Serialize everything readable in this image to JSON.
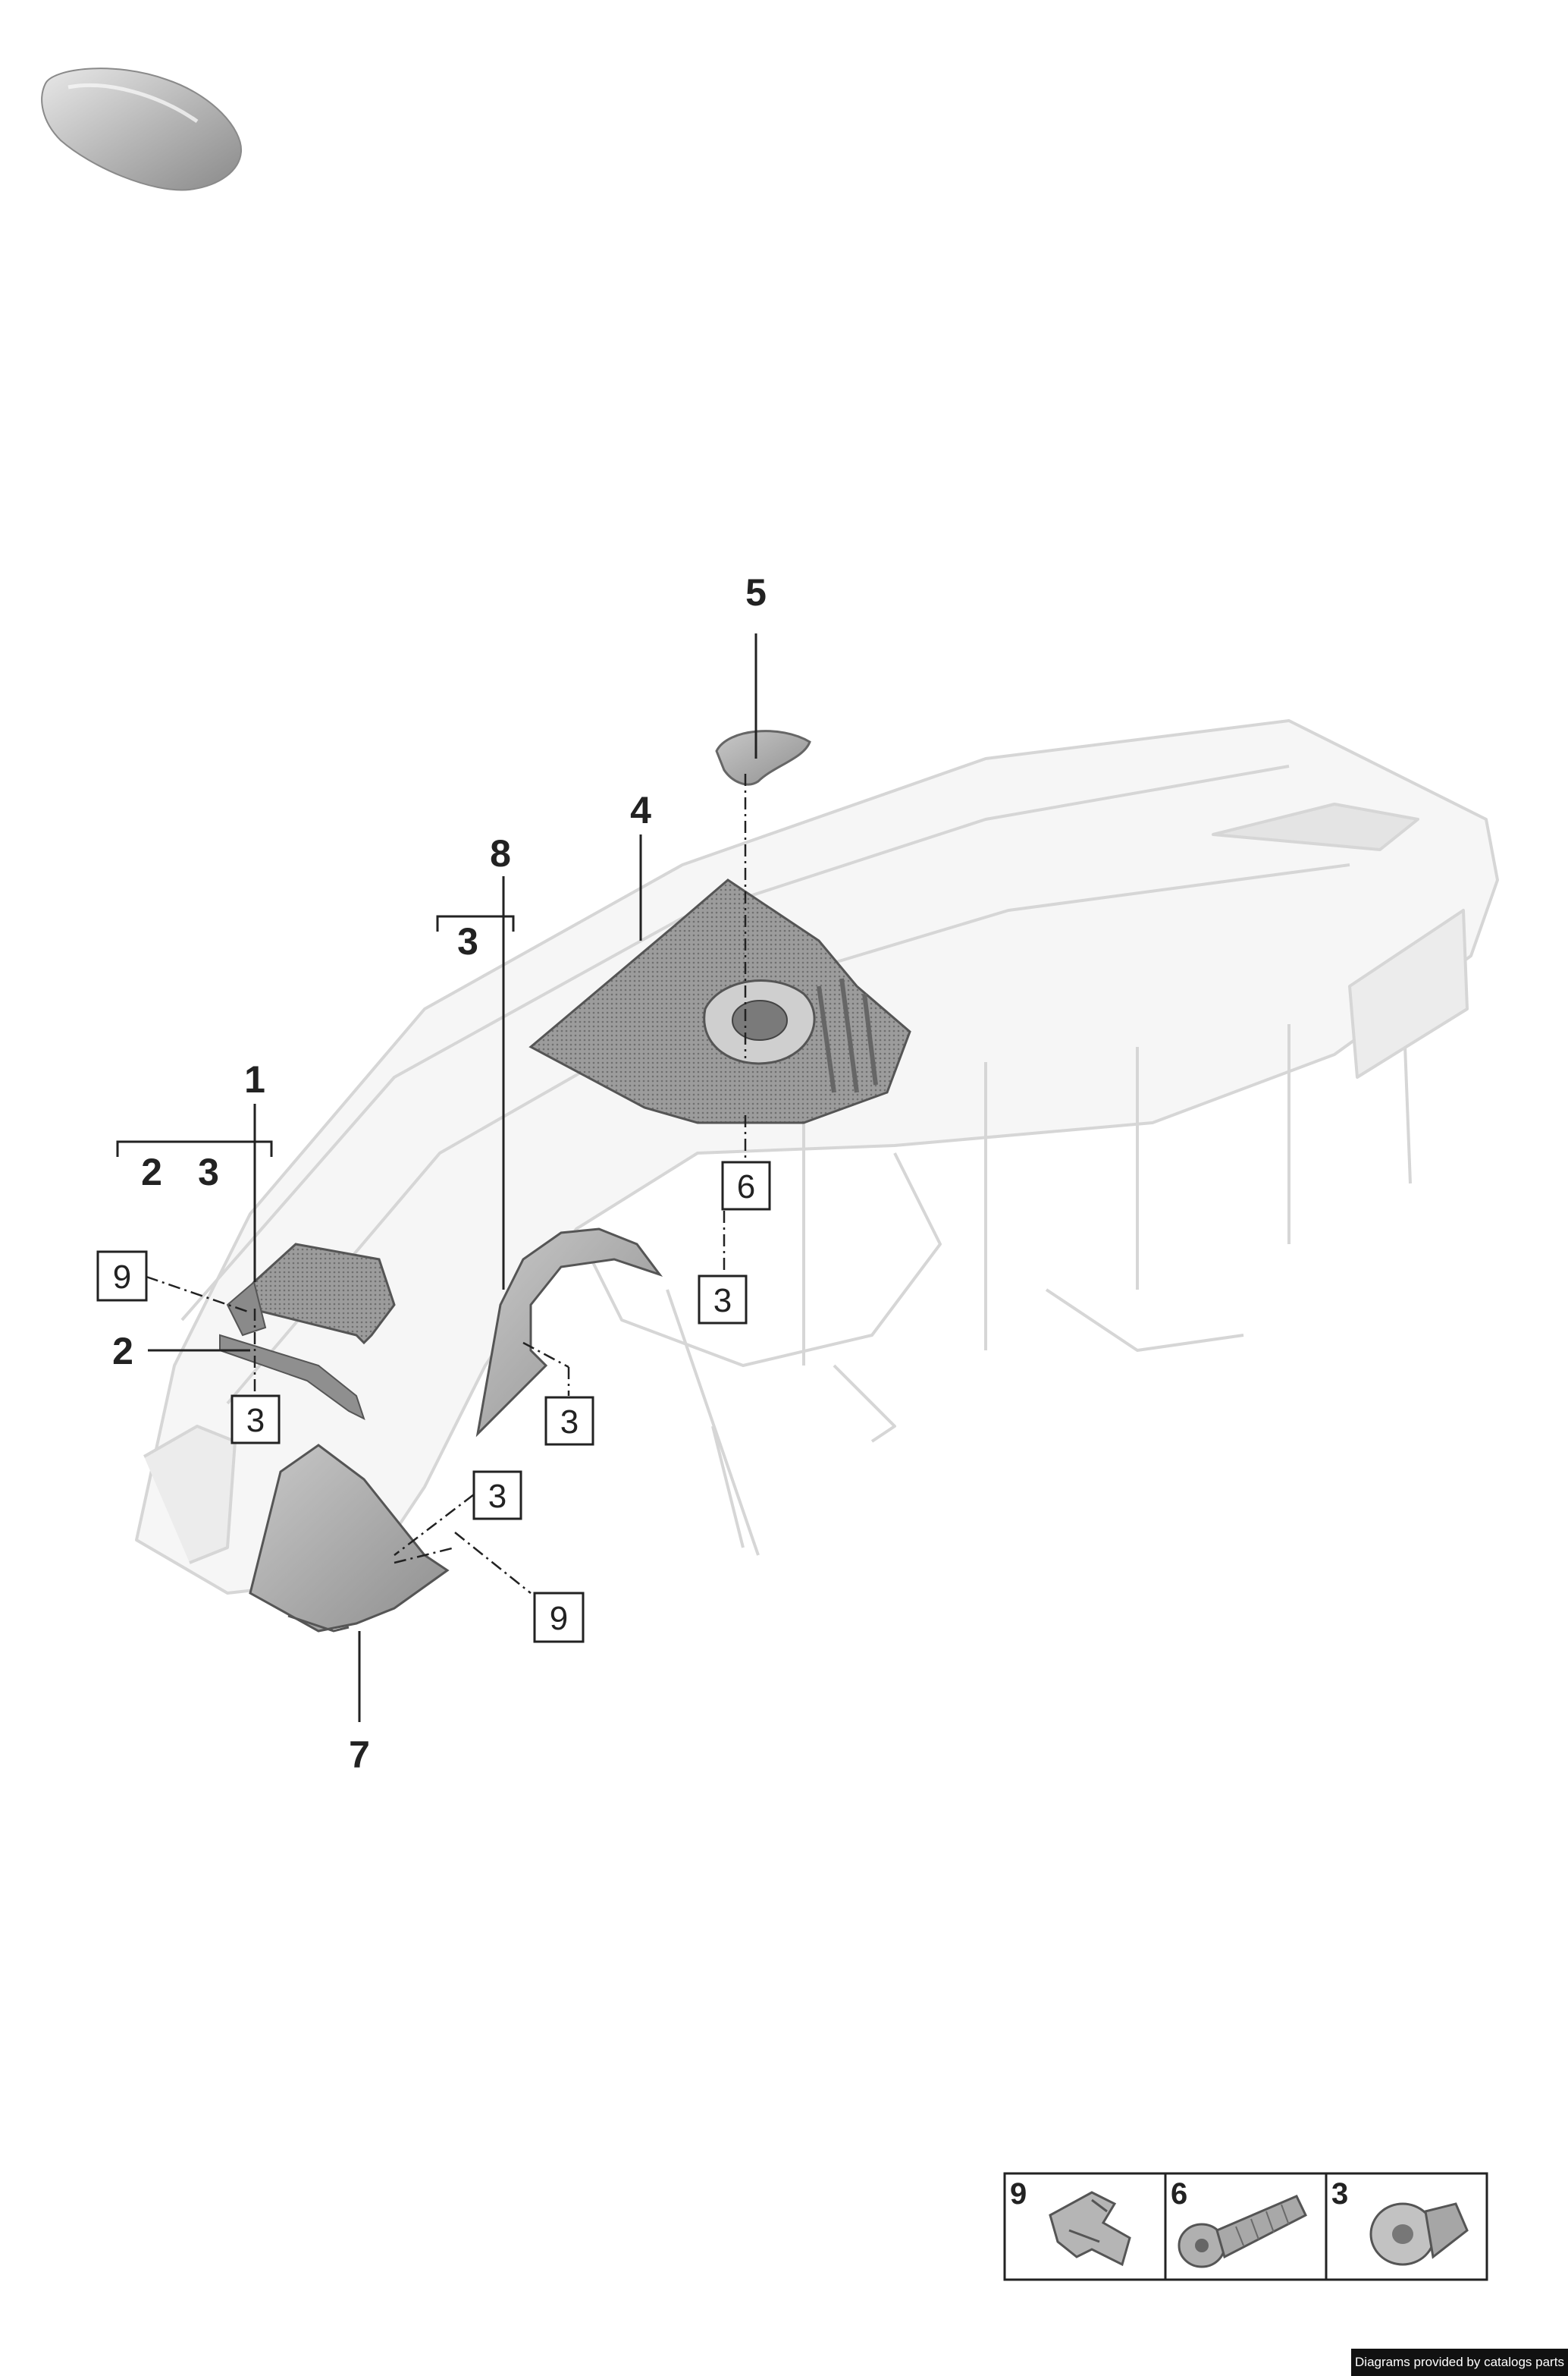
{
  "callouts": {
    "c1": "1",
    "c2_left": "2",
    "c2_group": "2",
    "c3_group_left": "3",
    "c3_group_mid": "3",
    "c4": "4",
    "c5": "5",
    "c7": "7",
    "c8": "8"
  },
  "boxed_labels": {
    "b9_left": "9",
    "b3_left": "3",
    "b6": "6",
    "b3_center": "3",
    "b3_right": "3",
    "b3_lower": "3",
    "b9_lower": "9"
  },
  "legend": {
    "items": [
      {
        "number": "9",
        "part": "clip-icon"
      },
      {
        "number": "6",
        "part": "screw-icon"
      },
      {
        "number": "3",
        "part": "nut-icon"
      }
    ]
  },
  "credit": "Diagrams provided by catalogs parts",
  "colors": {
    "line": "#222222",
    "part_shade": "#9a9a9a",
    "ghost": "#d9d9d9"
  }
}
